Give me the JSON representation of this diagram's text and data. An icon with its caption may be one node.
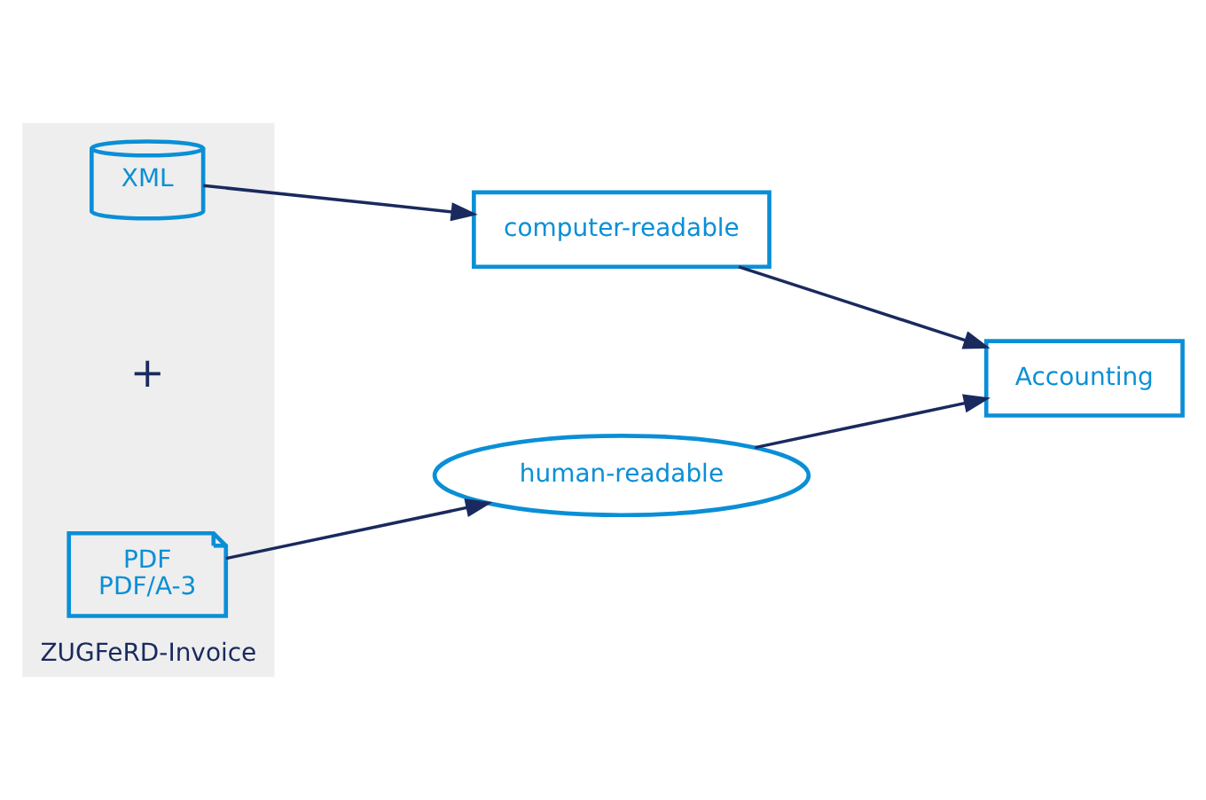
{
  "diagram": {
    "nodes": [
      {
        "text": [
          "ZUGFeRD-Invoice"
        ]
      },
      {
        "text": [
          "PDF",
          "PDF/A-3"
        ],
        "in": 0
      },
      {
        "text": [
          "XML"
        ],
        "in": 0
      },
      {
        "text": [
          "human-readable"
        ]
      },
      {
        "text": [
          "computer-readable"
        ]
      },
      {
        "text": [
          "Accounting"
        ]
      }
    ],
    "edges": [
      {
        "from": 1,
        "to": 3,
        "arrow": "to"
      },
      {
        "from": 2,
        "to": 4,
        "arrow": "to"
      },
      {
        "from": 3,
        "to": 5,
        "arrow": "to"
      },
      {
        "from": 4,
        "to": 5,
        "arrow": "to"
      }
    ],
    "labels": [
      "+"
    ]
  }
}
